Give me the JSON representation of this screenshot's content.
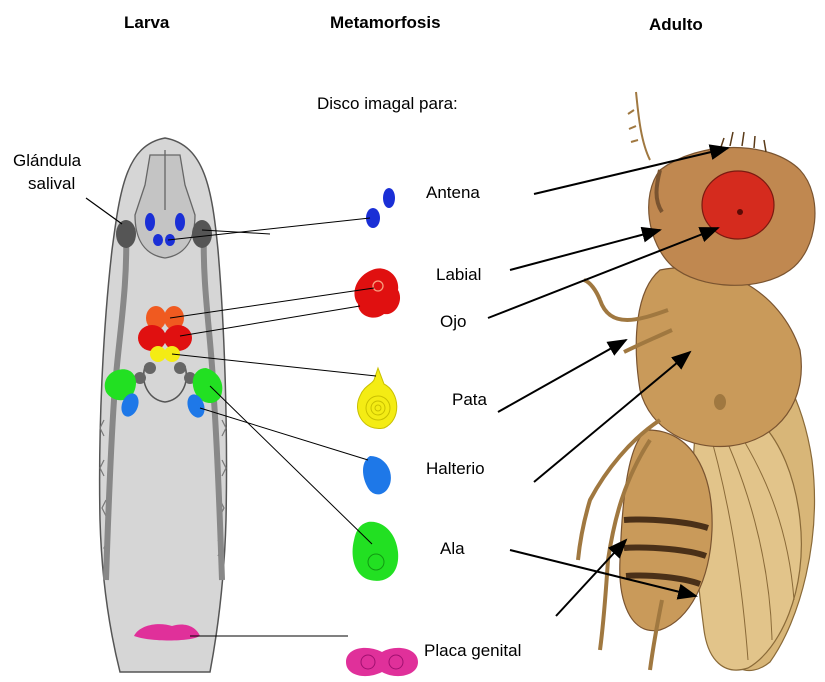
{
  "headers": {
    "larva": "Larva",
    "metamorfosis": "Metamorfosis",
    "adulto": "Adulto"
  },
  "subtitle": "Disco imagal para:",
  "gland_label_line1": "Glándula",
  "gland_label_line2": "salival",
  "disc_labels": {
    "antena": "Antena",
    "labial": "Labial",
    "ojo": "Ojo",
    "pata": "Pata",
    "halterio": "Halterio",
    "ala": "Ala",
    "placa_genital": "Placa genital"
  },
  "colors": {
    "antena": "#1a2fd6",
    "ojo": "#e01010",
    "ojo_top": "#f05a20",
    "pata": "#f4ec14",
    "halterio": "#1e78e8",
    "ala": "#22e022",
    "genital": "#e0309a",
    "larva_body": "#d6d6d6",
    "gland": "#555555",
    "fly_body": "#c99a5a",
    "fly_eye": "#d52b1e"
  }
}
